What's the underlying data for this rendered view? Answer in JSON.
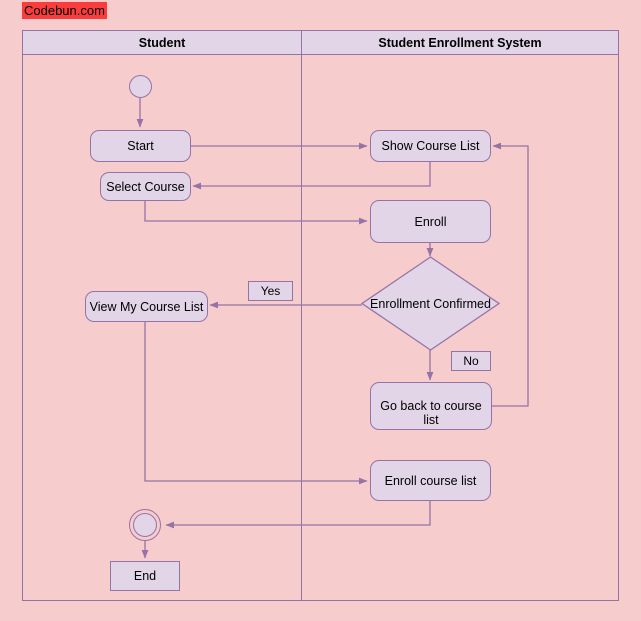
{
  "watermark": {
    "text": "Codebun.com",
    "bg_color": "#fa3c3c",
    "text_color": "#000000"
  },
  "theme": {
    "page_background": "#f6cccc",
    "node_fill": "#e1d5e7",
    "node_stroke": "#9673a6",
    "text_color": "#000000"
  },
  "diagram": {
    "type": "uml-activity-diagram",
    "lanes": [
      {
        "id": "student",
        "title": "Student"
      },
      {
        "id": "system",
        "title": "Student Enrollment System"
      }
    ],
    "nodes": [
      {
        "id": "start-node",
        "kind": "initial-node",
        "label": "",
        "lane": "student"
      },
      {
        "id": "start",
        "kind": "action",
        "label": "Start",
        "lane": "student"
      },
      {
        "id": "select-course",
        "kind": "action",
        "label": "Select Course",
        "lane": "student"
      },
      {
        "id": "view-my-course-list",
        "kind": "action",
        "label": "View My Course List",
        "lane": "student"
      },
      {
        "id": "end-node",
        "kind": "final-node",
        "label": "",
        "lane": "student"
      },
      {
        "id": "end",
        "kind": "action",
        "label": "End",
        "lane": "student"
      },
      {
        "id": "show-course-list",
        "kind": "action",
        "label": "Show Course List",
        "lane": "system"
      },
      {
        "id": "enroll",
        "kind": "action",
        "label": "Enroll",
        "lane": "system"
      },
      {
        "id": "enrollment-confirmed",
        "kind": "decision",
        "label": "Enrollment Confirmed",
        "lane": "system"
      },
      {
        "id": "go-back-to-course-list",
        "kind": "action",
        "label": "Go back to course list",
        "lane": "system"
      },
      {
        "id": "enroll-course-list",
        "kind": "action",
        "label": "Enroll course list",
        "lane": "system"
      }
    ],
    "edge_labels": [
      {
        "id": "yes-label",
        "text": "Yes",
        "from": "enrollment-confirmed",
        "to": "view-my-course-list"
      },
      {
        "id": "no-label",
        "text": "No",
        "from": "enrollment-confirmed",
        "to": "go-back-to-course-list"
      }
    ],
    "edges": [
      {
        "from": "start-node",
        "to": "start"
      },
      {
        "from": "start",
        "to": "show-course-list"
      },
      {
        "from": "show-course-list",
        "to": "select-course"
      },
      {
        "from": "select-course",
        "to": "enroll"
      },
      {
        "from": "enroll",
        "to": "enrollment-confirmed"
      },
      {
        "from": "enrollment-confirmed",
        "to": "view-my-course-list",
        "label": "Yes"
      },
      {
        "from": "enrollment-confirmed",
        "to": "go-back-to-course-list",
        "label": "No"
      },
      {
        "from": "go-back-to-course-list",
        "to": "show-course-list"
      },
      {
        "from": "view-my-course-list",
        "to": "enroll-course-list"
      },
      {
        "from": "enroll-course-list",
        "to": "end-node"
      },
      {
        "from": "end-node",
        "to": "end"
      }
    ]
  }
}
